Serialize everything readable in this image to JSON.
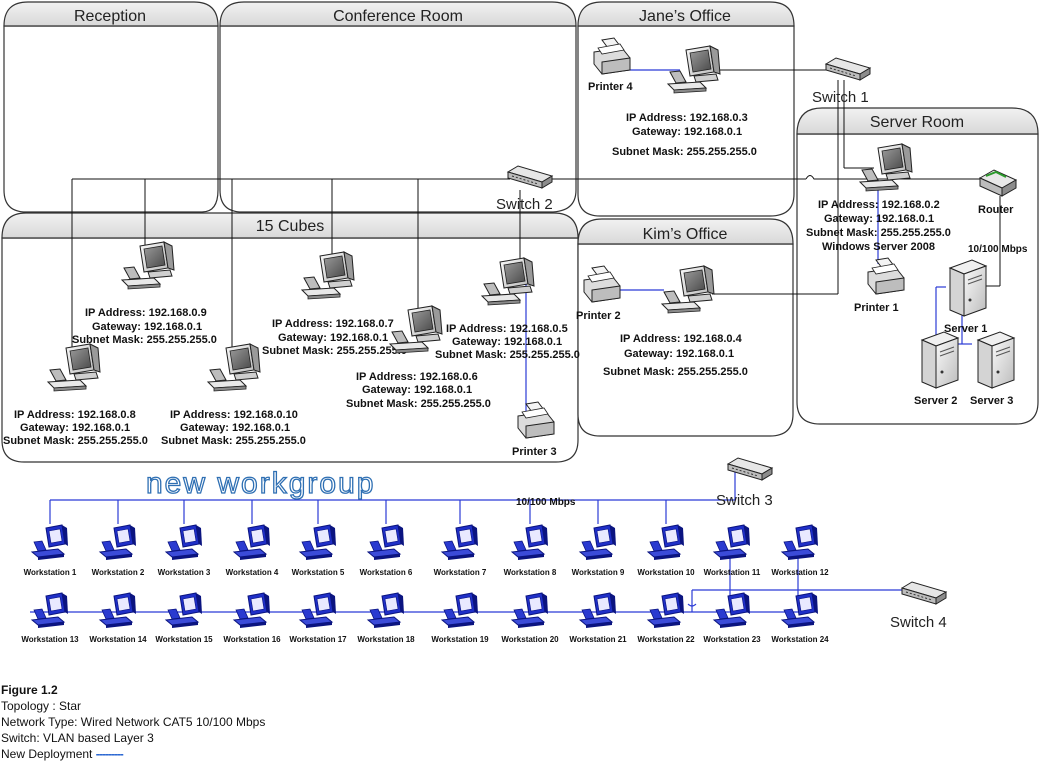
{
  "rooms": {
    "reception": "Reception",
    "conference": "Conference Room",
    "jane": "Jane’s Office",
    "server": "Server Room",
    "cubes": "15 Cubes",
    "kim": "Kim’s Office"
  },
  "switches": {
    "s1": "Switch 1",
    "s2": "Switch 2",
    "s3": "Switch 3",
    "s4": "Switch 4"
  },
  "devices": {
    "printer1": "Printer 1",
    "printer2": "Printer 2",
    "printer3": "Printer 3",
    "printer4": "Printer 4",
    "router": "Router",
    "server1": "Server 1",
    "server2": "Server 2",
    "server3": "Server 3"
  },
  "speeds": {
    "router_link": "10/100 Mbps",
    "wg_link": "10/100 Mbps"
  },
  "hosts": {
    "jane": {
      "ip": "IP Address: 192.168.0.3",
      "gw": "Gateway: 192.168.0.1",
      "mask": "Subnet Mask: 255.255.255.0"
    },
    "server": {
      "ip": "IP Address: 192.168.0.2",
      "gw": "Gateway: 192.168.0.1",
      "mask": "Subnet Mask: 255.255.255.0",
      "os": "Windows Server 2008"
    },
    "kim": {
      "ip": "IP Address: 192.168.0.4",
      "gw": "Gateway: 192.168.0.1",
      "mask": "Subnet Mask: 255.255.255.0"
    },
    "c9": {
      "ip": "IP Address: 192.168.0.9",
      "gw": "Gateway: 192.168.0.1",
      "mask": "Subnet Mask: 255.255.255.0"
    },
    "c7": {
      "ip": "IP Address: 192.168.0.7",
      "gw": "Gateway: 192.168.0.1",
      "mask": "Subnet Mask: 255.255.255.0"
    },
    "c5": {
      "ip": "IP Address: 192.168.0.5",
      "gw": "Gateway: 192.168.0.1",
      "mask": "Subnet Mask: 255.255.255.0"
    },
    "c6": {
      "ip": "IP Address: 192.168.0.6",
      "gw": "Gateway: 192.168.0.1",
      "mask": "Subnet Mask: 255.255.255.0"
    },
    "c8": {
      "ip": "IP Address: 192.168.0.8",
      "gw": "Gateway: 192.168.0.1",
      "mask": "Subnet Mask: 255.255.255.0"
    },
    "c10": {
      "ip": "IP Address: 192.168.0.10",
      "gw": "Gateway: 192.168.0.1",
      "mask": "Subnet Mask: 255.255.255.0"
    }
  },
  "workgroup": {
    "title": "new workgroup",
    "row1": [
      "Workstation 1",
      "Workstation 2",
      "Workstation 3",
      "Workstation 4",
      "Workstation 5",
      "Workstation 6",
      "Workstation 7",
      "Workstation 8",
      "Workstation 9",
      "Workstation 10",
      "Workstation 11",
      "Workstation 12"
    ],
    "row2": [
      "Workstation 13",
      "Workstation 14",
      "Workstation 15",
      "Workstation 16",
      "Workstation 17",
      "Workstation 18",
      "Workstation 19",
      "Workstation 20",
      "Workstation 21",
      "Workstation 22",
      "Workstation 23",
      "Workstation 24"
    ]
  },
  "legend": {
    "figure": "Figure 1.2",
    "topology": "Topology : Star",
    "network": "Network Type: Wired Network CAT5 10/100 Mbps",
    "switch": "Switch: VLAN based Layer 3",
    "deploy": "New Deployment",
    "deploy_mark": "---------"
  },
  "colors": {
    "link": "#2b3bd6",
    "room_border": "#333333",
    "title_bar": "#e4e4e4",
    "workgroup_title": "#2e6fb3"
  }
}
